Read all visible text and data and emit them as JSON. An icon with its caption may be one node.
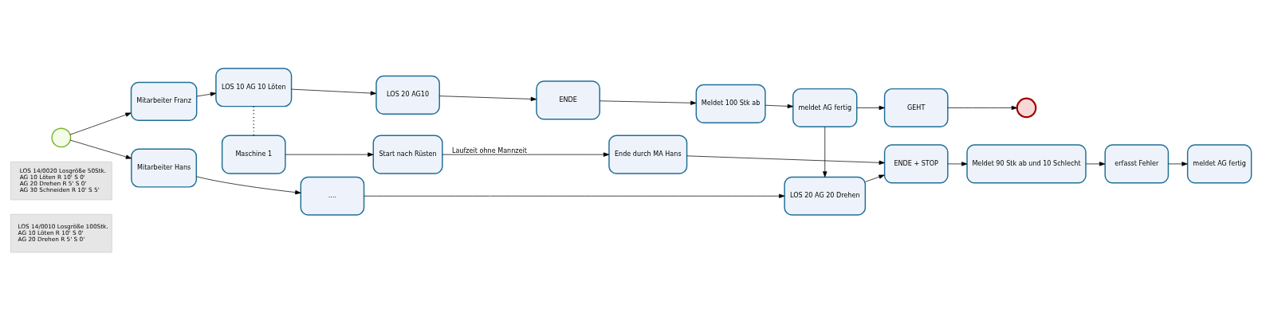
{
  "diagram": {
    "nodes": [
      {
        "text": [
          "LOS 14/0010 Losgröße 100Stk.",
          "AG 10 Löten R 10' S 0'",
          "AG 20 Drehen R 5' S 0'"
        ]
      },
      {
        "text": [
          "LOS 14/0020 Losgröße 50Stk.",
          "AG 10 Löten R 10' S 0'",
          "AG 20 Drehen R 5' S 0'",
          "AG 30 Schneiden R 10' S 5'"
        ]
      },
      {
        "text": [],
        "shape": "circle"
      },
      {
        "text": [
          "Mitarbeiter Franz"
        ]
      },
      {
        "text": [
          "LOS 10 AG 10 Löten"
        ]
      },
      {
        "text": [
          "LOS 20 AG10"
        ]
      },
      {
        "text": [
          "ENDE"
        ]
      },
      {
        "text": [
          "Meldet 100 Stk ab"
        ]
      },
      {
        "text": [
          "meldet AG fertig"
        ]
      },
      {
        "text": [
          "GEHT"
        ]
      },
      {
        "text": [],
        "shape": "circle"
      },
      {
        "text": [
          "Mitarbeiter Hans"
        ]
      },
      {
        "text": [
          "...."
        ]
      },
      {
        "text": [
          "LOS 20 AG 20 Drehen"
        ]
      },
      {
        "text": [
          "ENDE + STOP"
        ]
      },
      {
        "text": [
          "Meldet 90 Stk ab und 10 Schlecht"
        ]
      },
      {
        "text": [
          "erfasst Fehler"
        ]
      },
      {
        "text": [
          "meldet AG fertig"
        ]
      },
      {
        "text": [
          "Maschine 1"
        ]
      },
      {
        "text": [
          "Start nach Rüsten"
        ]
      },
      {
        "text": [
          "Ende durch MA Hans"
        ]
      }
    ],
    "edges": [
      {
        "from": 2,
        "to": 3,
        "arrow": "to"
      },
      {
        "from": 2,
        "to": 11,
        "arrow": "to"
      },
      {
        "from": 3,
        "to": 4,
        "arrow": "to"
      },
      {
        "from": 4,
        "to": 5,
        "arrow": "to"
      },
      {
        "from": 5,
        "to": 6,
        "arrow": "to"
      },
      {
        "from": 6,
        "to": 7,
        "arrow": "to"
      },
      {
        "from": 7,
        "to": 8,
        "arrow": "to"
      },
      {
        "from": 8,
        "to": 9,
        "arrow": "to"
      },
      {
        "from": 9,
        "to": 10,
        "arrow": "to"
      },
      {
        "from": 8,
        "to": 13,
        "arrow": "to"
      },
      {
        "from": 11,
        "to": 12,
        "arrow": "to"
      },
      {
        "from": 12,
        "to": 13,
        "arrow": "to"
      },
      {
        "from": 13,
        "to": 14,
        "arrow": "to"
      },
      {
        "from": 14,
        "to": 15,
        "arrow": "to"
      },
      {
        "from": 15,
        "to": 16,
        "arrow": "to"
      },
      {
        "from": 16,
        "to": 17,
        "arrow": "to"
      },
      {
        "from": 4,
        "to": 18,
        "arrow": "none",
        "style": "dashed"
      },
      {
        "from": 18,
        "to": 19,
        "arrow": "to"
      },
      {
        "from": 19,
        "to": 20,
        "arrow": "to",
        "label": "Laufzeit ohne Mannzeit"
      },
      {
        "from": 20,
        "to": 14,
        "arrow": "to"
      }
    ]
  }
}
